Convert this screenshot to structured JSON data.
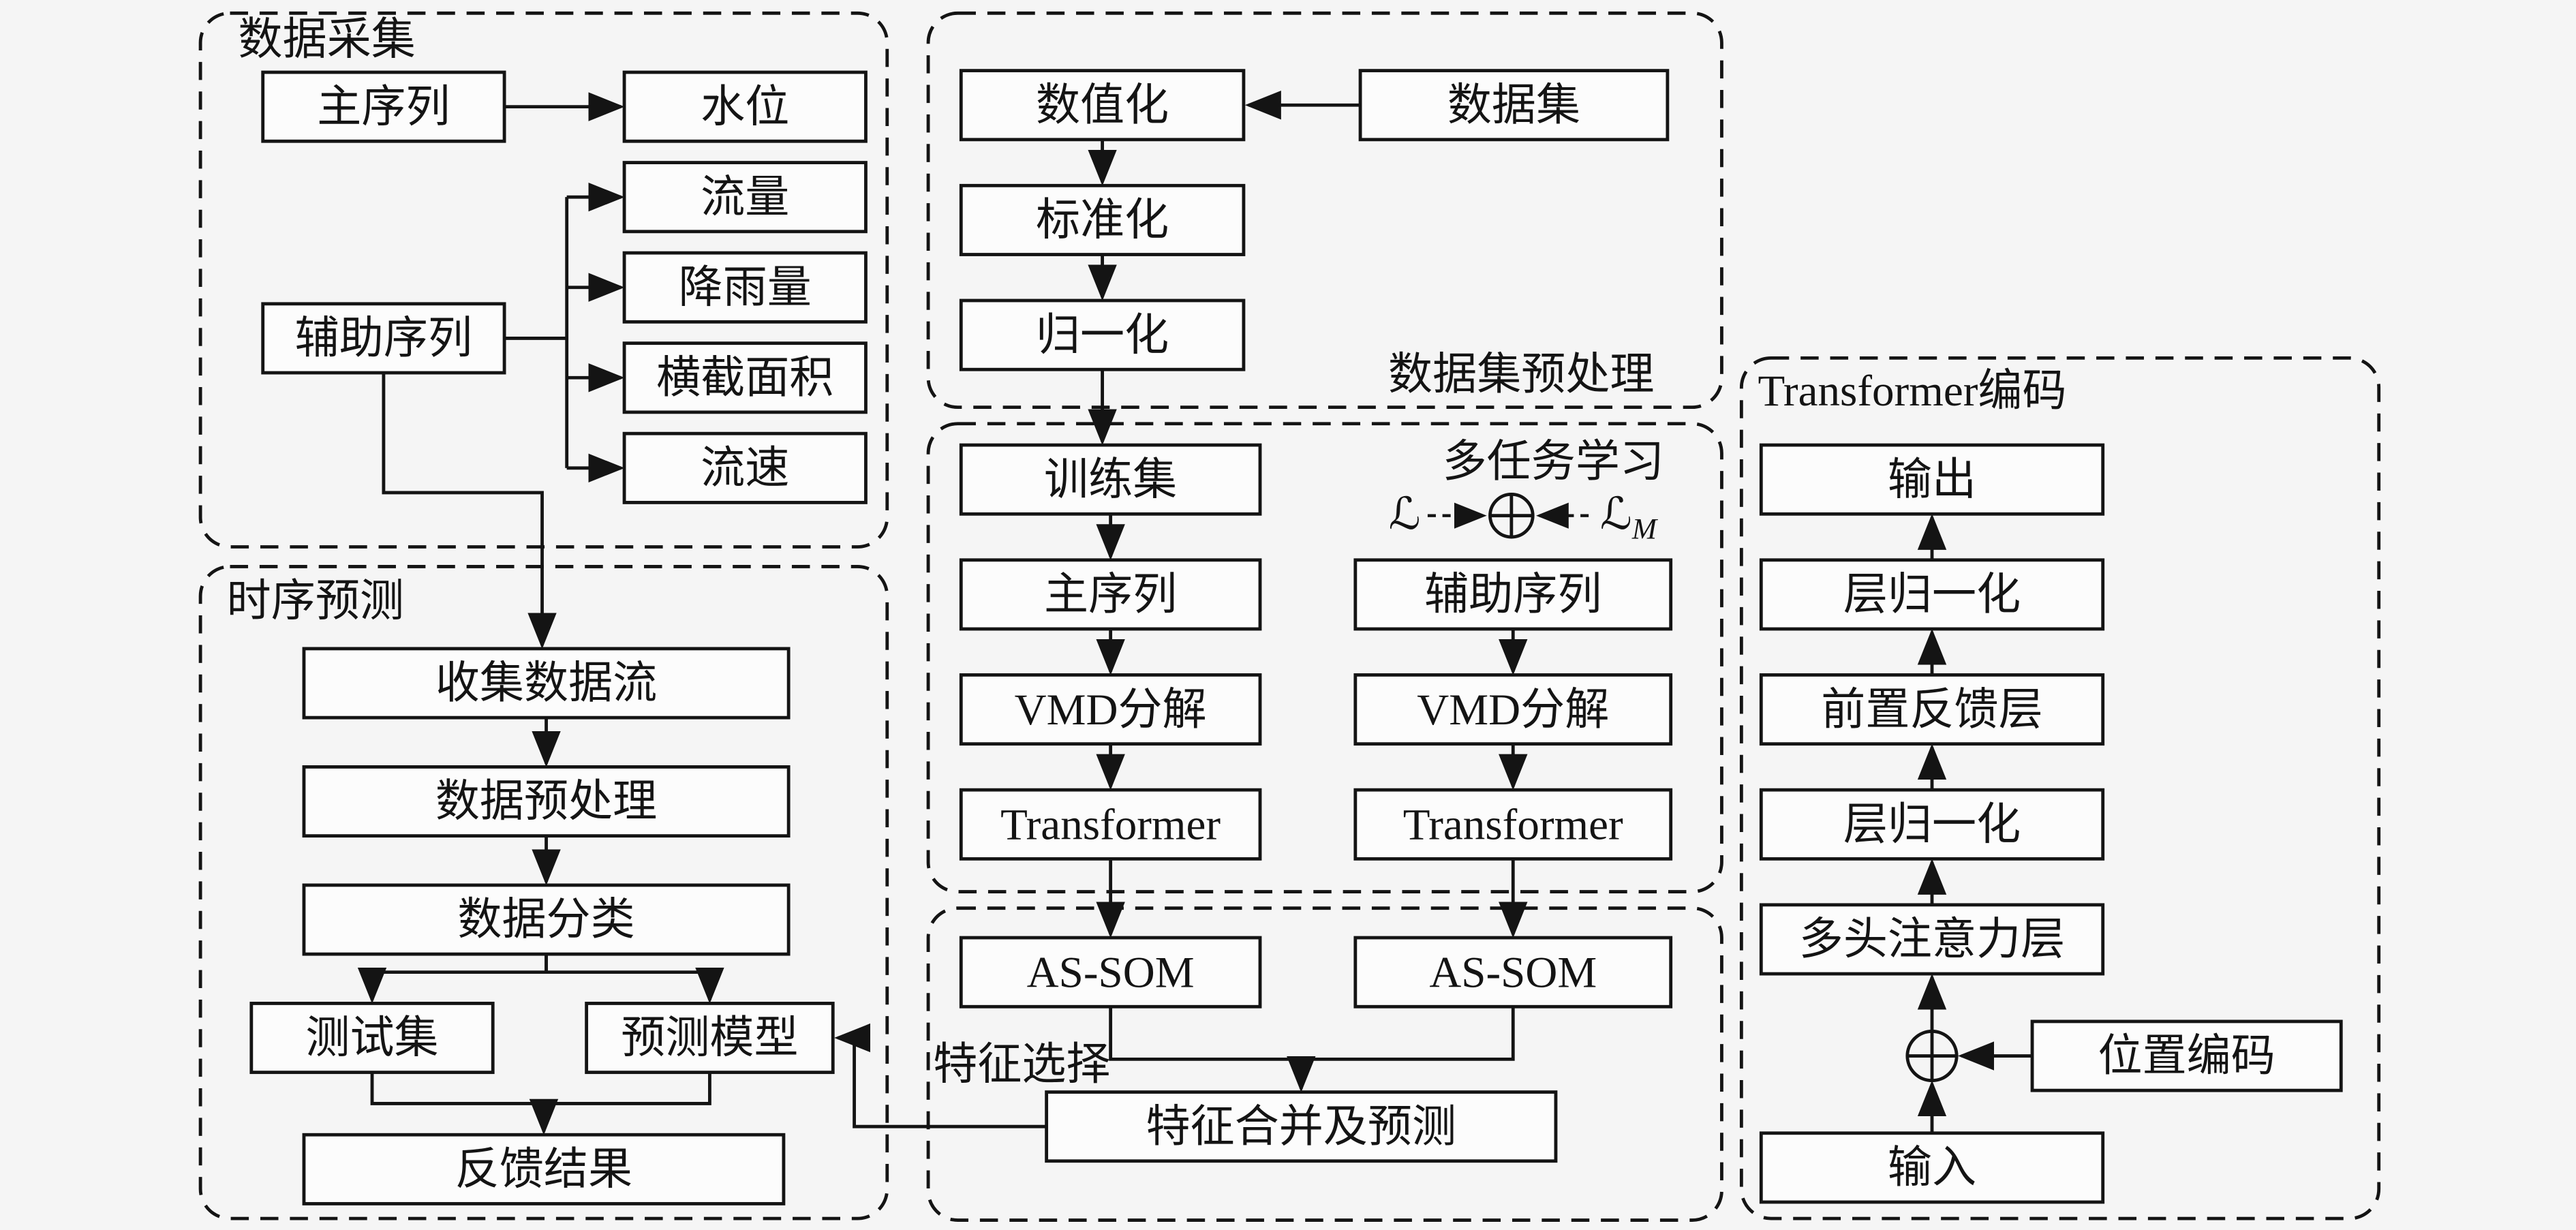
{
  "figure": {
    "type": "flowchart"
  },
  "colors": {
    "background": "#f5f5f5",
    "ink": "#141414",
    "box_fill": "#fcfcfc"
  },
  "groups": {
    "collection": {
      "title": "数据采集",
      "nodes": {
        "main_seq": "主序列",
        "water_level": "水位",
        "aux_seq": "辅助序列",
        "flow": "流量",
        "rainfall": "降雨量",
        "cross_section": "横截面积",
        "velocity": "流速"
      }
    },
    "forecast": {
      "title": "时序预测",
      "nodes": {
        "collect_stream": "收集数据流",
        "preprocess": "数据预处理",
        "classify": "数据分类",
        "test_set": "测试集",
        "predict_model": "预测模型",
        "feedback": "反馈结果"
      }
    },
    "preprocessing": {
      "title": "数据集预处理",
      "nodes": {
        "numericalize": "数值化",
        "dataset": "数据集",
        "standardize": "标准化",
        "normalize": "归一化"
      }
    },
    "multitask": {
      "title": "多任务学习",
      "loss_main": "ℒ",
      "loss_aux": "ℒ",
      "loss_aux_sub": "M",
      "nodes": {
        "train_set": "训练集",
        "main_seq": "主序列",
        "vmd_main": "VMD分解",
        "transformer_main": "Transformer",
        "aux_seq": "辅助序列",
        "vmd_aux": "VMD分解",
        "transformer_aux": "Transformer"
      }
    },
    "feature": {
      "title": "特征选择",
      "nodes": {
        "assom_main": "AS-SOM",
        "assom_aux": "AS-SOM",
        "merge_predict": "特征合并及预测"
      }
    },
    "encoder": {
      "title": "Transformer编码",
      "nodes": {
        "output": "输出",
        "layernorm_2": "层归一化",
        "feedforward": "前置反馈层",
        "layernorm_1": "层归一化",
        "attention": "多头注意力层",
        "pos_encoding": "位置编码",
        "input": "输入"
      }
    }
  }
}
